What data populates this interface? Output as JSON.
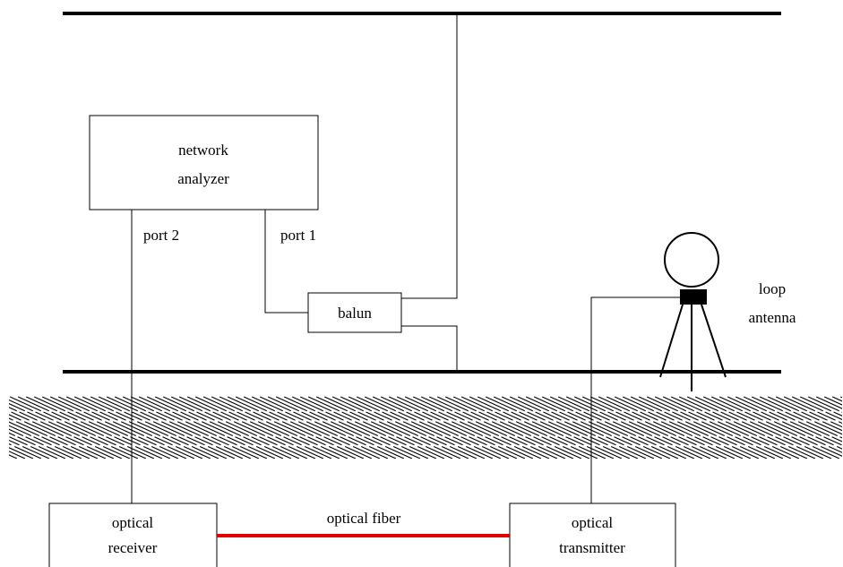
{
  "blocks": {
    "network_analyzer": {
      "line1": "network",
      "line2": "analyzer"
    },
    "balun": "balun",
    "optical_receiver": {
      "line1": "optical",
      "line2": "receiver"
    },
    "optical_transmitter": {
      "line1": "optical",
      "line2": "transmitter"
    }
  },
  "labels": {
    "port2": "port 2",
    "port1": "port 1",
    "loop_antenna_1": "loop",
    "loop_antenna_2": "antenna",
    "optical_fiber": "optical fiber"
  },
  "colors": {
    "fiber": "#e00000",
    "line": "#000000"
  }
}
